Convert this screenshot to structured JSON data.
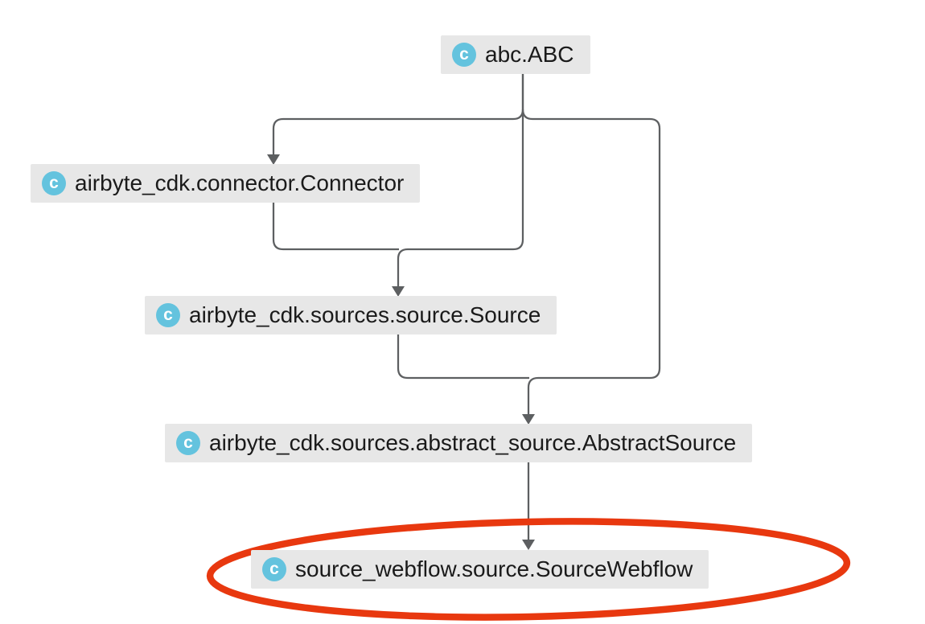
{
  "diagram": {
    "type": "class-inheritance-hierarchy",
    "icon_glyph": "c",
    "colors": {
      "background": "#ffffff",
      "node_bg": "#e7e7e7",
      "text": "#1a1a1a",
      "edge": "#5d5f61",
      "icon_bg": "#64c3de",
      "icon_glyph_color": "#ffffff",
      "highlight": "#e8380f"
    },
    "nodes": [
      {
        "id": "abc",
        "label": "abc.ABC",
        "icon": "class-icon",
        "highlighted": false
      },
      {
        "id": "connector",
        "label": "airbyte_cdk.connector.Connector",
        "icon": "class-icon",
        "highlighted": false
      },
      {
        "id": "source",
        "label": "airbyte_cdk.sources.source.Source",
        "icon": "class-icon",
        "highlighted": false
      },
      {
        "id": "abstract_source",
        "label": "airbyte_cdk.sources.abstract_source.AbstractSource",
        "icon": "class-icon",
        "highlighted": false
      },
      {
        "id": "source_webflow",
        "label": "source_webflow.source.SourceWebflow",
        "icon": "class-icon",
        "highlighted": true
      }
    ],
    "edges": [
      {
        "from": "abc",
        "to": "connector"
      },
      {
        "from": "abc",
        "to": "source"
      },
      {
        "from": "connector",
        "to": "source"
      },
      {
        "from": "abc",
        "to": "abstract_source"
      },
      {
        "from": "source",
        "to": "abstract_source"
      },
      {
        "from": "abstract_source",
        "to": "source_webflow"
      }
    ],
    "annotation": {
      "shape": "ellipse",
      "color": "#e8380f",
      "around": "source_webflow"
    }
  }
}
